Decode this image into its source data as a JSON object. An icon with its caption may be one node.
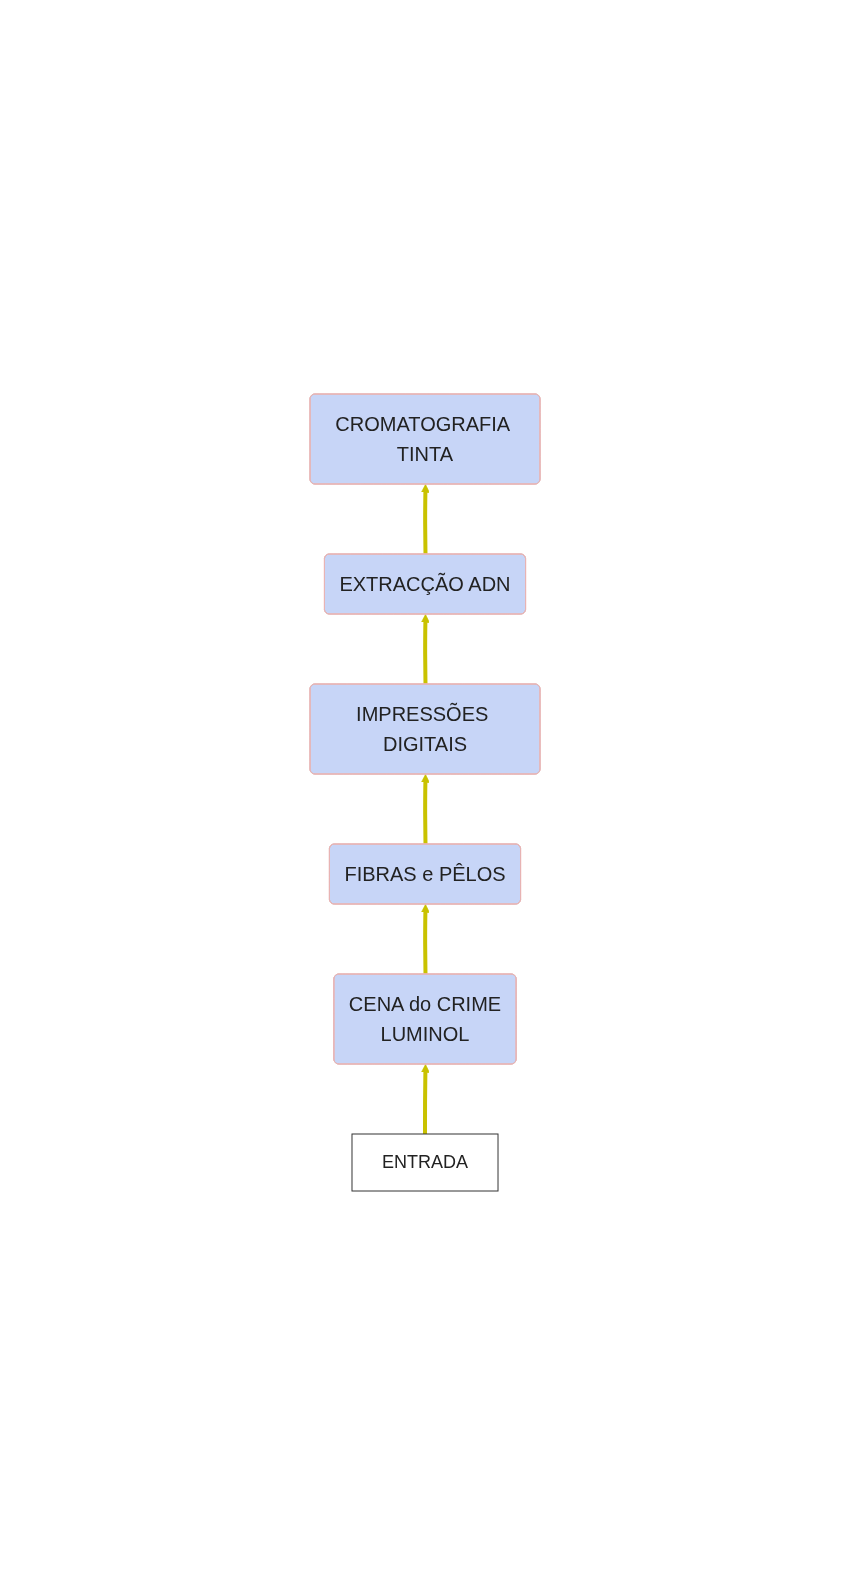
{
  "diagram": {
    "nodes": [
      {
        "text": [
          "CENA do CRIME",
          "LUMINOL"
        ]
      },
      {
        "text": [
          "FIBRAS e PÊLOS"
        ]
      },
      {
        "text": [
          "IMPRESSÕES DIGITAIS"
        ]
      },
      {
        "text": [
          "EXTRACÇÃO ADN"
        ]
      },
      {
        "text": [
          "CROMATOGRAFIA TINTA"
        ]
      },
      {
        "text": [
          "ENTRADA"
        ]
      }
    ],
    "edges": [
      {
        "from": 5,
        "to": 0,
        "arrow": "to"
      },
      {
        "from": 0,
        "to": 1,
        "arrow": "to"
      },
      {
        "from": 1,
        "to": 2,
        "arrow": "to"
      },
      {
        "from": 2,
        "to": 3,
        "arrow": "to"
      },
      {
        "from": 3,
        "to": 4,
        "arrow": "to"
      }
    ]
  }
}
